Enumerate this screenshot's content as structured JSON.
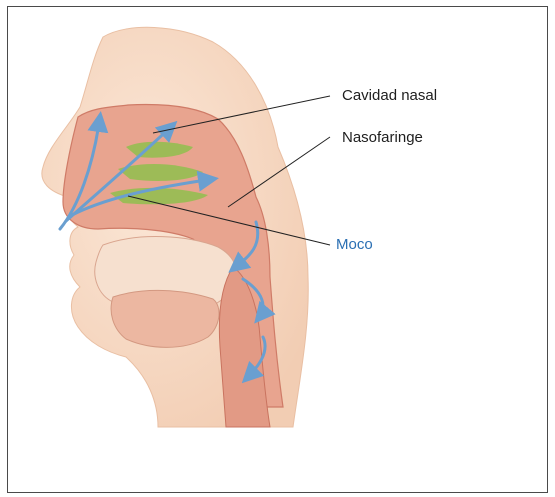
{
  "labels": {
    "nasal_cavity": "Cavidad nasal",
    "nasopharynx": "Nasofaringe",
    "mucus": "Moco"
  },
  "colors": {
    "skin": "#f7dcc6",
    "tissue": "#e7a08c",
    "tissue_dark": "#cf7b67",
    "mucus_green": "#8fbf4e",
    "airflow": "#6a9fd0",
    "leader_line": "#222222",
    "mucus_label": "#2a6fb3"
  },
  "icons": {
    "airflow": "airflow-arrow-icon"
  }
}
